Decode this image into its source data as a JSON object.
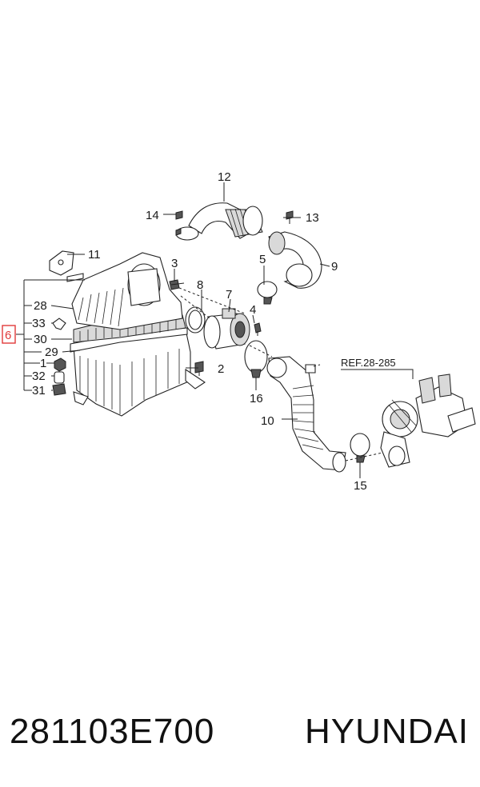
{
  "diagram": {
    "labels": {
      "p1": "1",
      "p2": "2",
      "p3": "3",
      "p4": "4",
      "p5": "5",
      "p6": "6",
      "p7": "7",
      "p8": "8",
      "p9": "9",
      "p10": "10",
      "p11": "11",
      "p12": "12",
      "p13": "13",
      "p14": "14",
      "p15": "15",
      "p16": "16",
      "p28": "28",
      "p29": "29",
      "p30": "30",
      "p31": "31",
      "p32": "32",
      "p33": "33"
    },
    "reference": "REF.28-285",
    "highlight_color": "#e03a3a"
  },
  "caption": {
    "part_number": "281103E700",
    "brand": "HYUNDAI"
  }
}
